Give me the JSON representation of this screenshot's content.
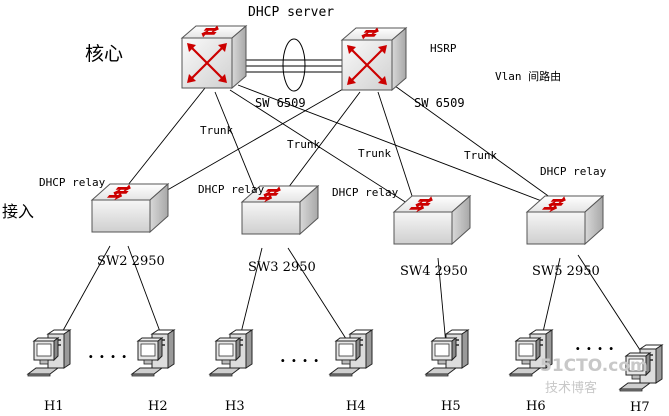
{
  "labels": {
    "dhcp_server": "DHCP server",
    "core": "核心",
    "access": "接入",
    "hsrp": "HSRP",
    "vlan_routing": "Vlan 间路由",
    "trunk": "Trunk",
    "dhcp_relay": "DHCP relay",
    "dots": ". . . ."
  },
  "core_switches": [
    {
      "id": "sw1",
      "label": "SW 6509"
    },
    {
      "id": "sw6509b",
      "label": "SW 6509"
    }
  ],
  "access_switches": [
    {
      "id": "sw2",
      "label": "SW2 2950"
    },
    {
      "id": "sw3",
      "label": "SW3 2950"
    },
    {
      "id": "sw4",
      "label": "SW4 2950"
    },
    {
      "id": "sw5",
      "label": "SW5 2950"
    }
  ],
  "hosts": [
    "H1",
    "H2",
    "H3",
    "H4",
    "H5",
    "H6",
    "H7"
  ],
  "watermark": {
    "line1": "51CTO.com",
    "line2": "技术博客"
  },
  "colors": {
    "switch_body": "#ececec",
    "arrows": "#cc0000",
    "lines": "#000000"
  }
}
